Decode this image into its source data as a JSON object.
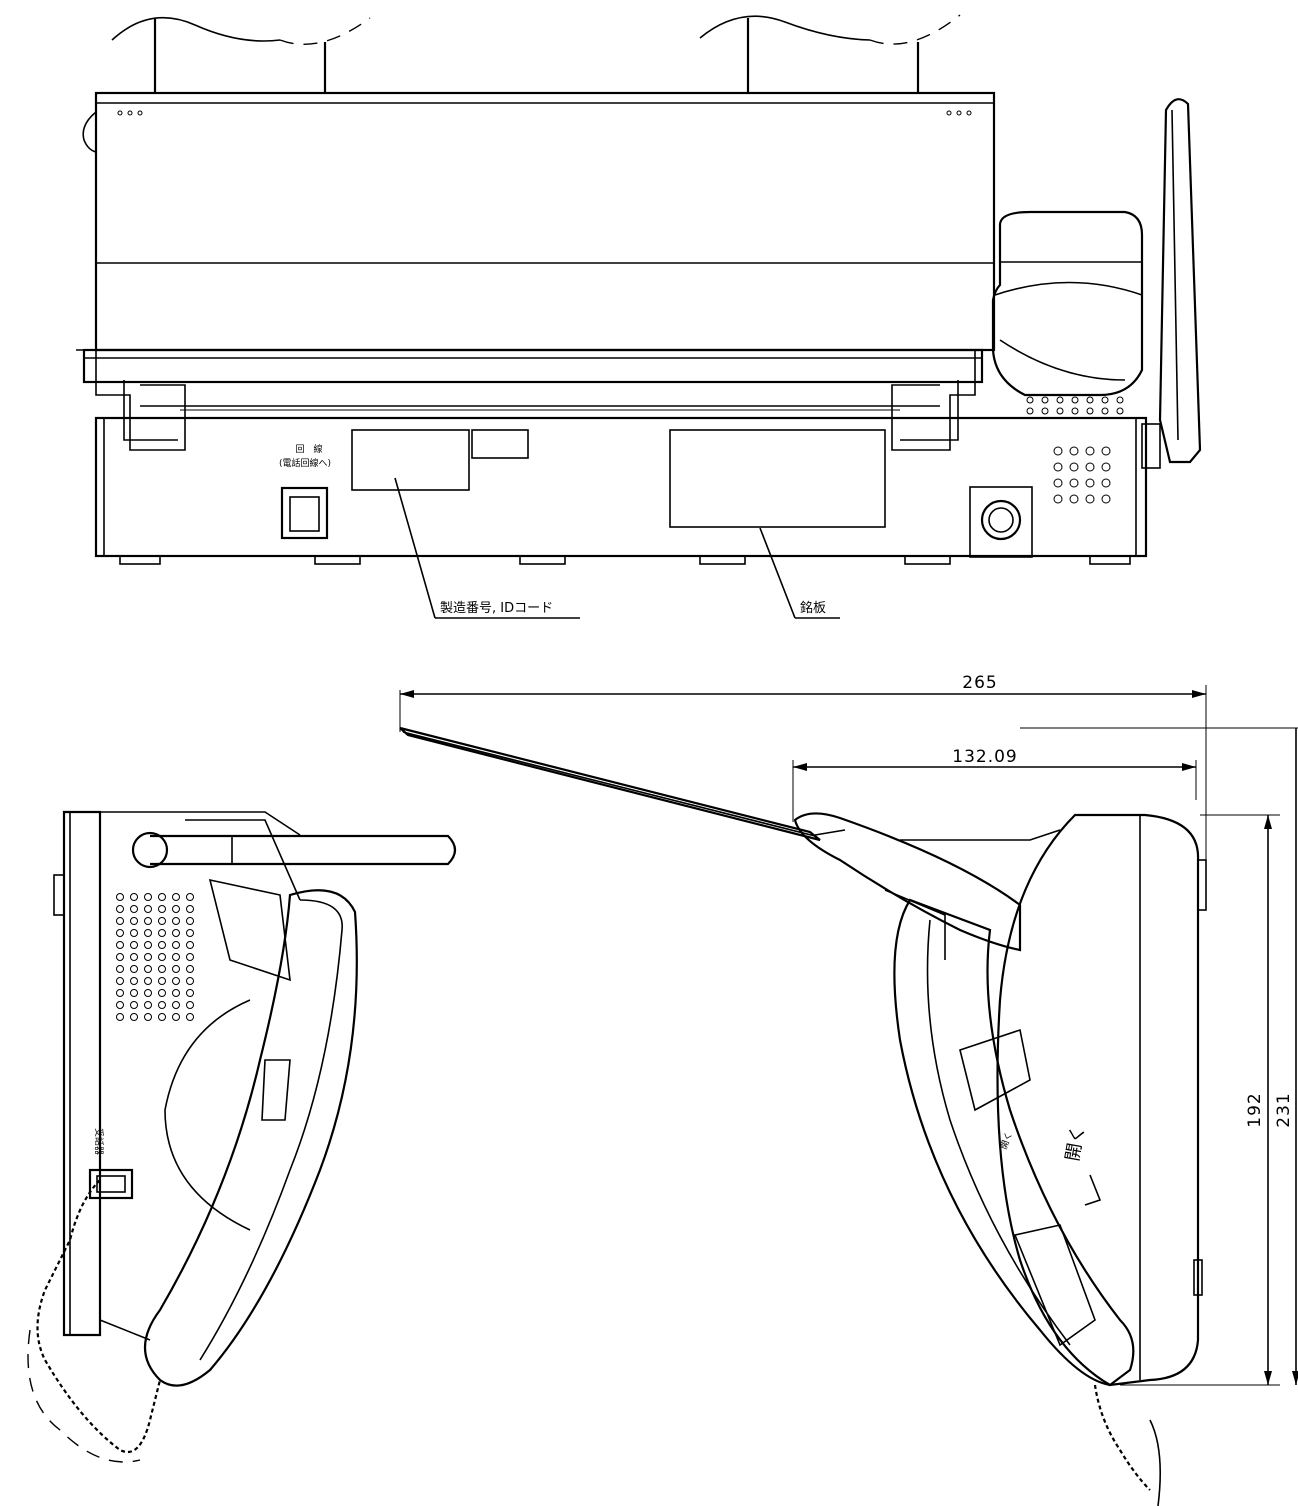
{
  "front_view": {
    "line_jack_label_line1": "回　線",
    "line_jack_label_line2": "(電話回線へ)",
    "serial_label": "製造番号, IDコード",
    "nameplate_label": "銘板"
  },
  "dimensions": {
    "depth_total": "265",
    "depth_partial": "132.09",
    "height_body": "192",
    "height_total": "231"
  },
  "side_view_left": {
    "handset_jack_label": "受話器"
  },
  "side_view_right": {
    "open_label": "開く",
    "open_arrow_label": "開く"
  }
}
